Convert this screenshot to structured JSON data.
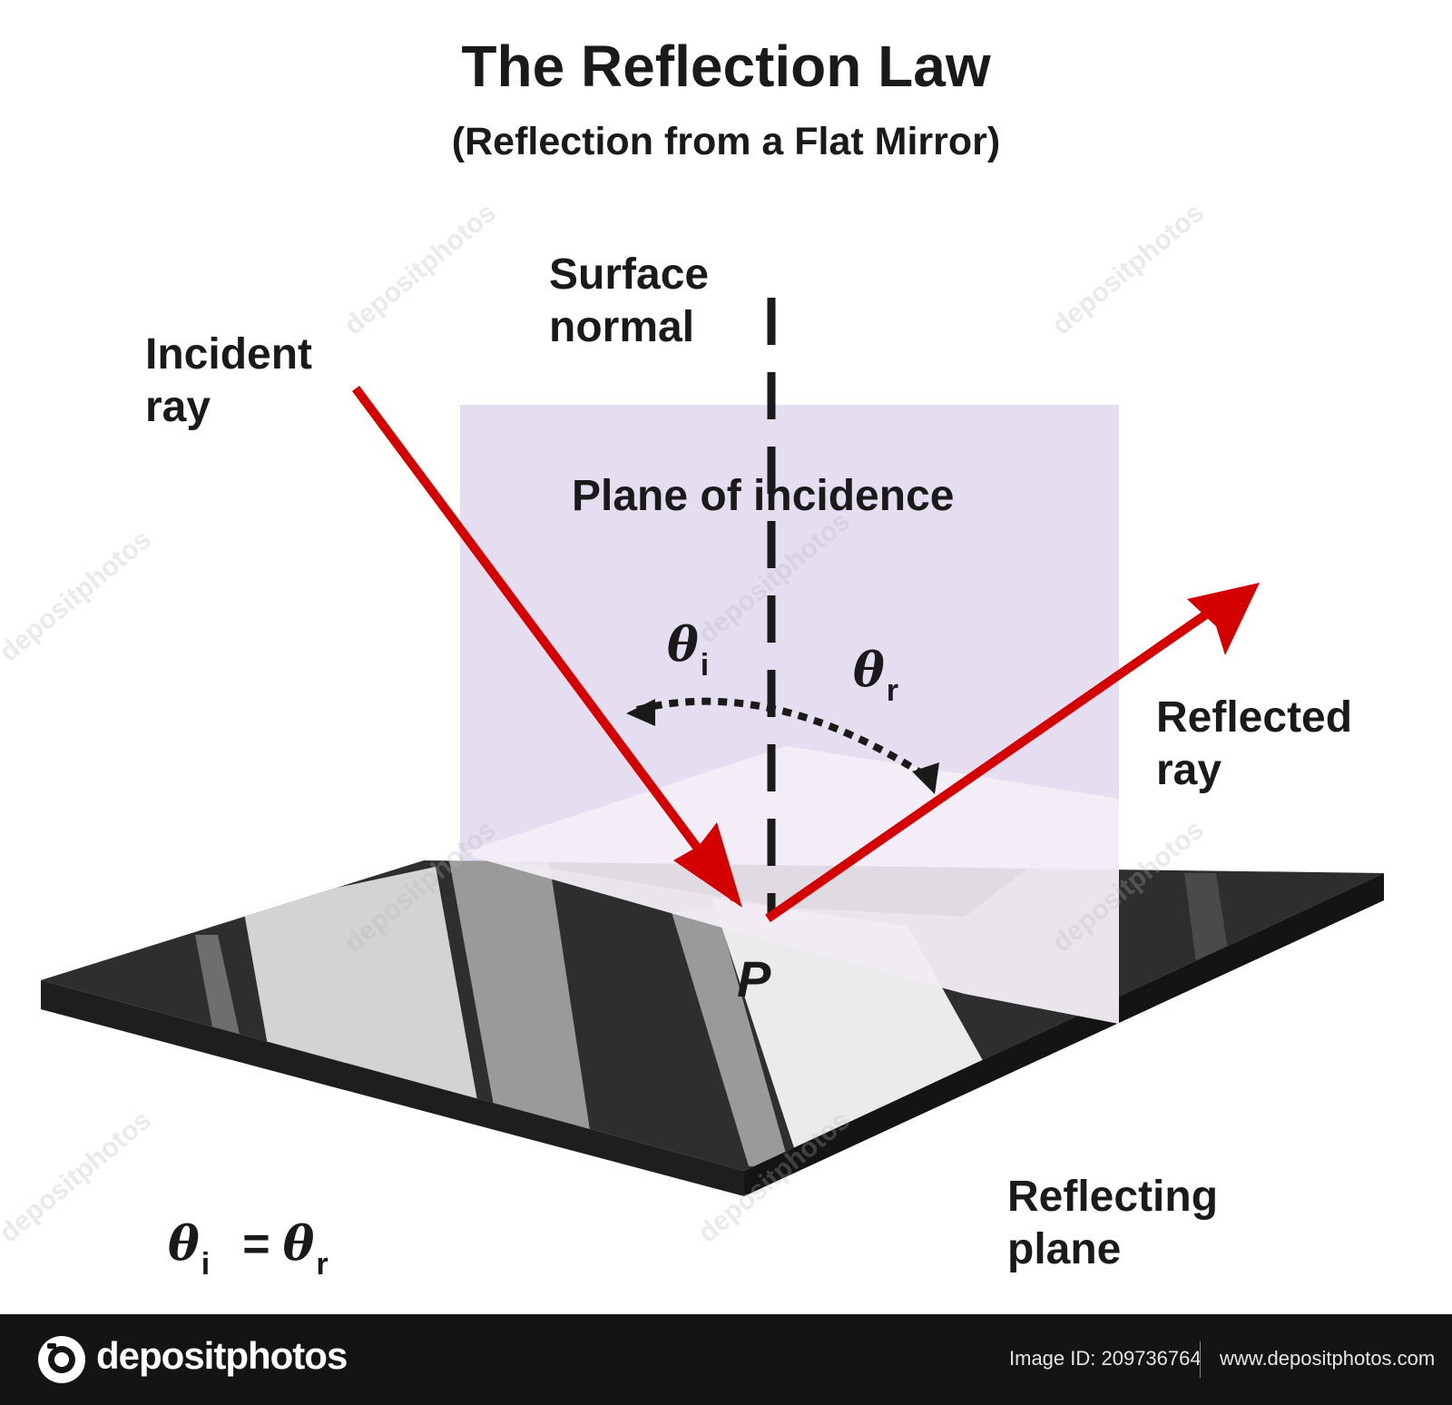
{
  "title": "The Reflection Law",
  "subtitle": "(Reflection from a Flat Mirror)",
  "labels": {
    "surface_normal_line1": "Surface",
    "surface_normal_line2": "normal",
    "incident_line1": "Incident",
    "incident_line2": "ray",
    "plane_of_incidence": "Plane of incidence",
    "reflected_line1": "Reflected",
    "reflected_line2": "ray",
    "reflecting_line1": "Reflecting",
    "reflecting_line2": "plane",
    "point": "P"
  },
  "angles": {
    "theta": "θ",
    "incident_sub": "i",
    "reflected_sub": "r",
    "equals": "="
  },
  "colors": {
    "ray": "#d40000",
    "plane_of_incidence": "#e5def0",
    "mirror": "#2a2a2a",
    "text": "#1a1a1a",
    "footer": "#141414"
  },
  "watermark": "depositphotos",
  "footer": {
    "logo_icon": "camera-icon",
    "brand": "depositphotos",
    "image_id": "Image ID: 209736764",
    "website": "www.depositphotos.com"
  }
}
